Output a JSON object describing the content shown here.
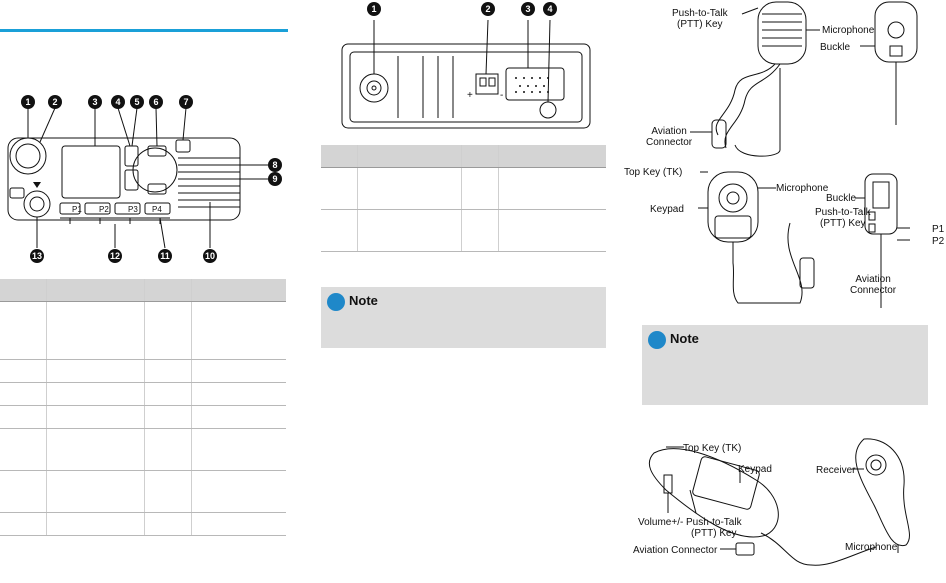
{
  "col1": {
    "callouts_top": [
      "1",
      "2",
      "3",
      "4",
      "5",
      "6",
      "7"
    ],
    "callouts_right": [
      "8",
      "9"
    ],
    "callouts_bottom": [
      "13",
      "12",
      "11",
      "10"
    ],
    "keys": [
      "P1",
      "P2",
      "P3",
      "P4"
    ]
  },
  "col2": {
    "callouts": [
      "1",
      "2",
      "3",
      "4"
    ],
    "plus": "+",
    "minus": "-",
    "note_title": "Note"
  },
  "col3": {
    "ptt": "Push-to-Talk\n(PTT) Key",
    "microphone": "Microphone",
    "buckle": "Buckle",
    "aviation": "Aviation\nConnector",
    "top_key": "Top Key (TK)",
    "microphone2": "Microphone",
    "buckle2": "Buckle",
    "keypad": "Keypad",
    "ptt2": "Push-to-Talk\n(PTT) Key",
    "p1": "P1",
    "p2": "P2",
    "aviation2": "Aviation\nConnector",
    "note_title": "Note",
    "top_key3": "Top Key (TK)",
    "keypad3": "Keypad",
    "receiver": "Receiver",
    "volume": "Volume+/-",
    "ptt3": "Push-to-Talk\n(PTT) Key",
    "aviation3": "Aviation Connector",
    "microphone3": "Microphone"
  },
  "colors": {
    "accent": "#1aa0d8",
    "table_head": "#d4d4d4",
    "note_bg": "#dcdcdc"
  }
}
